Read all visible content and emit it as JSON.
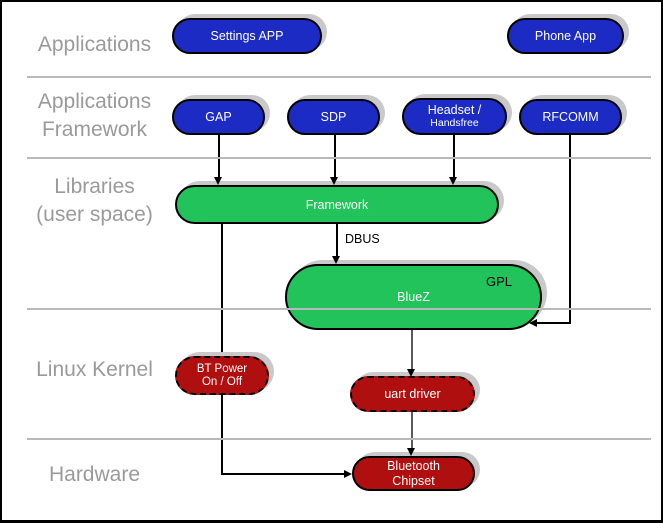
{
  "layers": {
    "applications": {
      "line1": "Applications"
    },
    "applications_framework": {
      "line1": "Applications",
      "line2": "Framework"
    },
    "libraries": {
      "line1": "Libraries",
      "line2": "(user space)"
    },
    "linux_kernel": {
      "line1": "Linux Kernel"
    },
    "hardware": {
      "line1": "Hardware"
    }
  },
  "nodes": {
    "settings_app": {
      "label": "Settings APP"
    },
    "phone_app": {
      "label": "Phone App"
    },
    "gap": {
      "label": "GAP"
    },
    "sdp": {
      "label": "SDP"
    },
    "headset": {
      "line1": "Headset /",
      "line2": "Handsfree"
    },
    "rfcomm": {
      "label": "RFCOMM"
    },
    "framework": {
      "label": "Framework"
    },
    "bluez": {
      "label": "BlueZ",
      "badge": "GPL"
    },
    "bt_power": {
      "line1": "BT Power",
      "line2": "On / Off"
    },
    "uart_driver": {
      "label": "uart driver"
    },
    "bt_chipset": {
      "line1": "Bluetooth",
      "line2": "Chipset"
    }
  },
  "edges": {
    "dbus_label": "DBUS"
  },
  "colors": {
    "node_blue": "#1b2bc4",
    "node_green": "#22c35a",
    "node_red": "#b00f0f",
    "layer_label_gray": "#9a9a9a",
    "shadow_gray": "#c9c9c9",
    "separator_gray": "#b9b9b9"
  }
}
